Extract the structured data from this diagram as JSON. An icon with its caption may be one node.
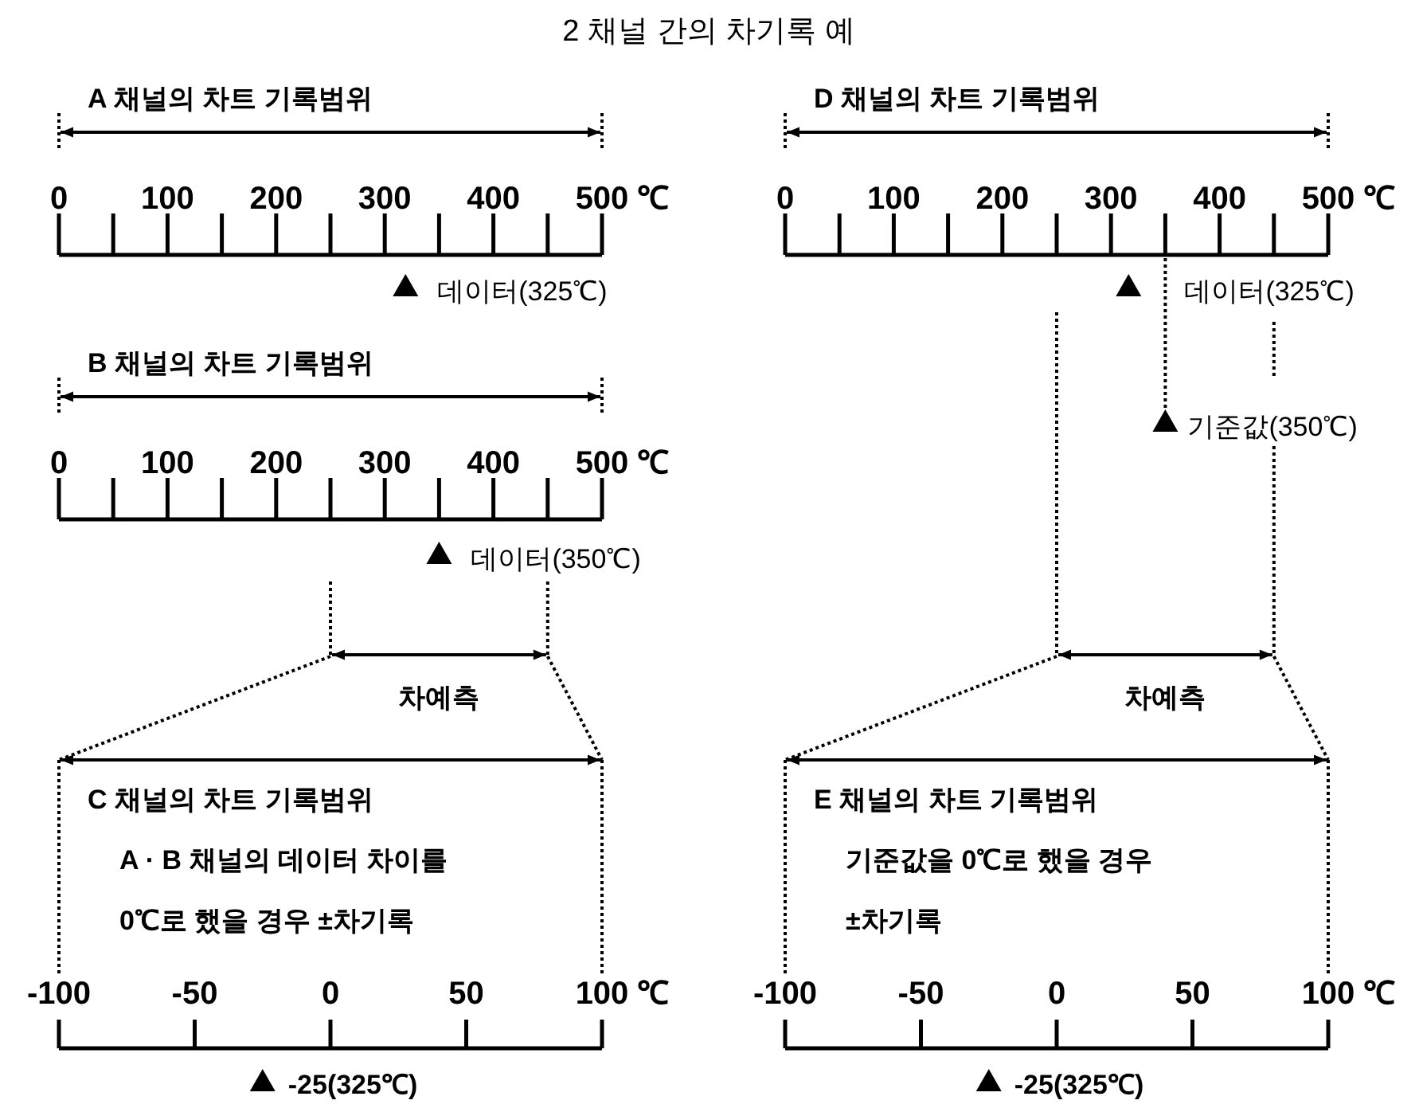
{
  "diagram": {
    "title": "2 채널 간의 차기록 예",
    "labels": [
      "A 채널의 차트 기록범위",
      "0",
      "100",
      "200",
      "300",
      "400",
      "500",
      "℃",
      "데이터(325℃)",
      "B 채널의 차트 기록범위",
      "0",
      "100",
      "200",
      "300",
      "400",
      "500",
      "℃",
      "데이터(350℃)",
      "차예측",
      "C 채널의 차트 기록범위",
      "A · B 채널의 데이터 차이를",
      "0℃로 했을 경우 ±차기록",
      "-100",
      "-50",
      "0",
      "50",
      "100",
      "℃",
      "-25(325℃)",
      "D 채널의 차트 기록범위",
      "0",
      "100",
      "200",
      "300",
      "400",
      "500",
      "℃",
      "데이터(325℃)",
      "기준값(350℃)",
      "차예측",
      "E 채널의 차트 기록범위",
      "기준값을 0℃로 했을 경우",
      "±차기록",
      "-100",
      "-50",
      "0",
      "50",
      "100",
      "℃",
      "-25(325℃)"
    ]
  }
}
